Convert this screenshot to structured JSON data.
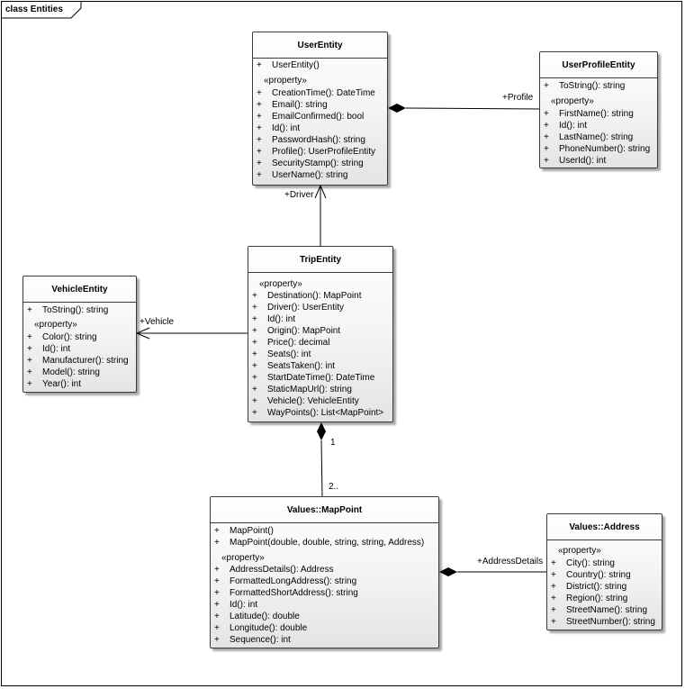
{
  "frame": {
    "label": "class Entities"
  },
  "classes": {
    "user": {
      "name": "UserEntity",
      "ops": [
        {
          "vis": "+",
          "text": "UserEntity()"
        }
      ],
      "stereotype": "«property»",
      "props": [
        {
          "vis": "+",
          "text": "CreationTime(): DateTime"
        },
        {
          "vis": "+",
          "text": "Email(): string"
        },
        {
          "vis": "+",
          "text": "EmailConfirmed(): bool"
        },
        {
          "vis": "+",
          "text": "Id(): int"
        },
        {
          "vis": "+",
          "text": "PasswordHash(): string"
        },
        {
          "vis": "+",
          "text": "Profile(): UserProfileEntity"
        },
        {
          "vis": "+",
          "text": "SecurityStamp(): string"
        },
        {
          "vis": "+",
          "text": "UserName(): string"
        }
      ]
    },
    "profile": {
      "name": "UserProfileEntity",
      "ops": [
        {
          "vis": "+",
          "text": "ToString(): string"
        }
      ],
      "stereotype": "«property»",
      "props": [
        {
          "vis": "+",
          "text": "FirstName(): string"
        },
        {
          "vis": "+",
          "text": "Id(): int"
        },
        {
          "vis": "+",
          "text": "LastName(): string"
        },
        {
          "vis": "+",
          "text": "PhoneNumber(): string"
        },
        {
          "vis": "+",
          "text": "UserId(): int"
        }
      ]
    },
    "trip": {
      "name": "TripEntity",
      "ops": [],
      "stereotype": "«property»",
      "props": [
        {
          "vis": "+",
          "text": "Destination(): MapPoint"
        },
        {
          "vis": "+",
          "text": "Driver(): UserEntity"
        },
        {
          "vis": "+",
          "text": "Id(): int"
        },
        {
          "vis": "+",
          "text": "Origin(): MapPoint"
        },
        {
          "vis": "+",
          "text": "Price(): decimal"
        },
        {
          "vis": "+",
          "text": "Seats(): int"
        },
        {
          "vis": "+",
          "text": "SeatsTaken(): int"
        },
        {
          "vis": "+",
          "text": "StartDateTime(): DateTime"
        },
        {
          "vis": "+",
          "text": "StaticMapUrl(): string"
        },
        {
          "vis": "+",
          "text": "Vehicle(): VehicleEntity"
        },
        {
          "vis": "+",
          "text": "WayPoints(): List<MapPoint>"
        }
      ]
    },
    "vehicle": {
      "name": "VehicleEntity",
      "ops": [
        {
          "vis": "+",
          "text": "ToString(): string"
        }
      ],
      "stereotype": "«property»",
      "props": [
        {
          "vis": "+",
          "text": "Color(): string"
        },
        {
          "vis": "+",
          "text": "Id(): int"
        },
        {
          "vis": "+",
          "text": "Manufacturer(): string"
        },
        {
          "vis": "+",
          "text": "Model(): string"
        },
        {
          "vis": "+",
          "text": "Year(): int"
        }
      ]
    },
    "mappoint": {
      "name": "Values::MapPoint",
      "ops": [
        {
          "vis": "+",
          "text": "MapPoint()"
        },
        {
          "vis": "+",
          "text": "MapPoint(double, double, string, string, Address)"
        }
      ],
      "stereotype": "«property»",
      "props": [
        {
          "vis": "+",
          "text": "AddressDetails(): Address"
        },
        {
          "vis": "+",
          "text": "FormattedLongAddress(): string"
        },
        {
          "vis": "+",
          "text": "FormattedShortAddress(): string"
        },
        {
          "vis": "+",
          "text": "Id(): int"
        },
        {
          "vis": "+",
          "text": "Latitude(): double"
        },
        {
          "vis": "+",
          "text": "Longitude(): double"
        },
        {
          "vis": "+",
          "text": "Sequence(): int"
        }
      ]
    },
    "address": {
      "name": "Values::Address",
      "ops": [],
      "stereotype": "«property»",
      "props": [
        {
          "vis": "+",
          "text": "City(): string"
        },
        {
          "vis": "+",
          "text": "Country(): string"
        },
        {
          "vis": "+",
          "text": "District(): string"
        },
        {
          "vis": "+",
          "text": "Region(): string"
        },
        {
          "vis": "+",
          "text": "StreetName(): string"
        },
        {
          "vis": "+",
          "text": "StreetNumber(): string"
        }
      ]
    }
  },
  "associations": {
    "profile_role": "+Profile",
    "driver_role": "+Driver",
    "vehicle_role": "+Vehicle",
    "waypoints_source_mult": "1",
    "waypoints_target_mult": "2..",
    "address_role": "+AddressDetails"
  }
}
